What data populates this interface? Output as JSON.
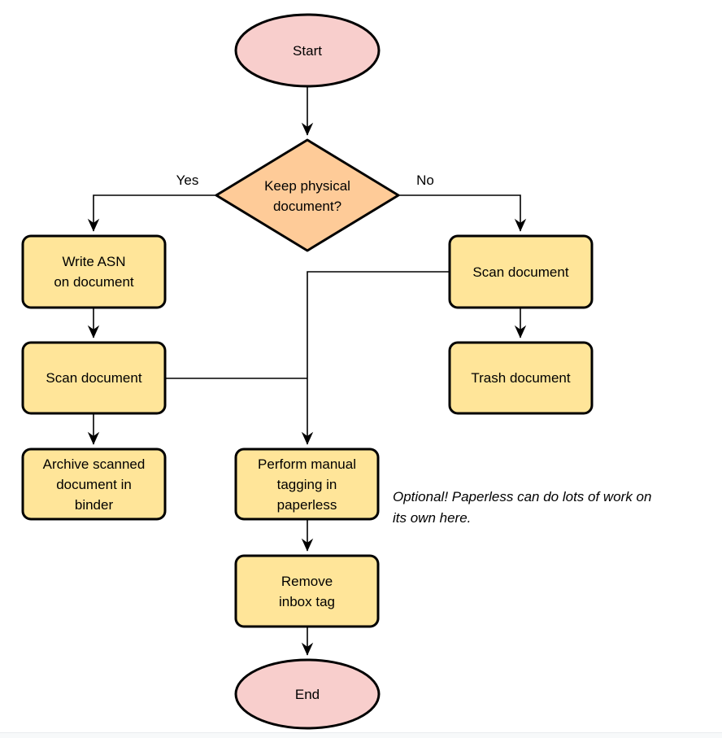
{
  "colors": {
    "terminator_fill": "#F8CECC",
    "decision_fill": "#FECB98",
    "process_fill": "#FFE599",
    "stroke": "#000000",
    "background": "#FFFFFF"
  },
  "flowchart": {
    "nodes": {
      "start": {
        "label": "Start",
        "type": "terminator"
      },
      "decision": {
        "label": "Keep physical\ndocument?",
        "type": "decision"
      },
      "write_asn": {
        "label": "Write ASN\non document",
        "type": "process"
      },
      "scan_left": {
        "label": "Scan document",
        "type": "process"
      },
      "archive": {
        "label": "Archive scanned\ndocument in\nbinder",
        "type": "process"
      },
      "scan_right": {
        "label": "Scan document",
        "type": "process"
      },
      "trash": {
        "label": "Trash document",
        "type": "process"
      },
      "tagging": {
        "label": "Perform manual\ntagging in\npaperless",
        "type": "process"
      },
      "remove_inbox": {
        "label": "Remove\ninbox tag",
        "type": "process"
      },
      "end": {
        "label": "End",
        "type": "terminator"
      }
    },
    "edge_labels": {
      "yes": "Yes",
      "no": "No"
    },
    "annotation": "Optional! Paperless can do lots of work on\nits own here.",
    "edges": [
      {
        "from": "start",
        "to": "decision"
      },
      {
        "from": "decision",
        "to": "write_asn",
        "label": "Yes"
      },
      {
        "from": "decision",
        "to": "scan_right",
        "label": "No"
      },
      {
        "from": "write_asn",
        "to": "scan_left"
      },
      {
        "from": "scan_left",
        "to": "archive"
      },
      {
        "from": "scan_right",
        "to": "trash"
      },
      {
        "from": "scan_right",
        "to": "tagging"
      },
      {
        "from": "scan_left",
        "to": "tagging"
      },
      {
        "from": "tagging",
        "to": "remove_inbox"
      },
      {
        "from": "remove_inbox",
        "to": "end"
      }
    ]
  }
}
